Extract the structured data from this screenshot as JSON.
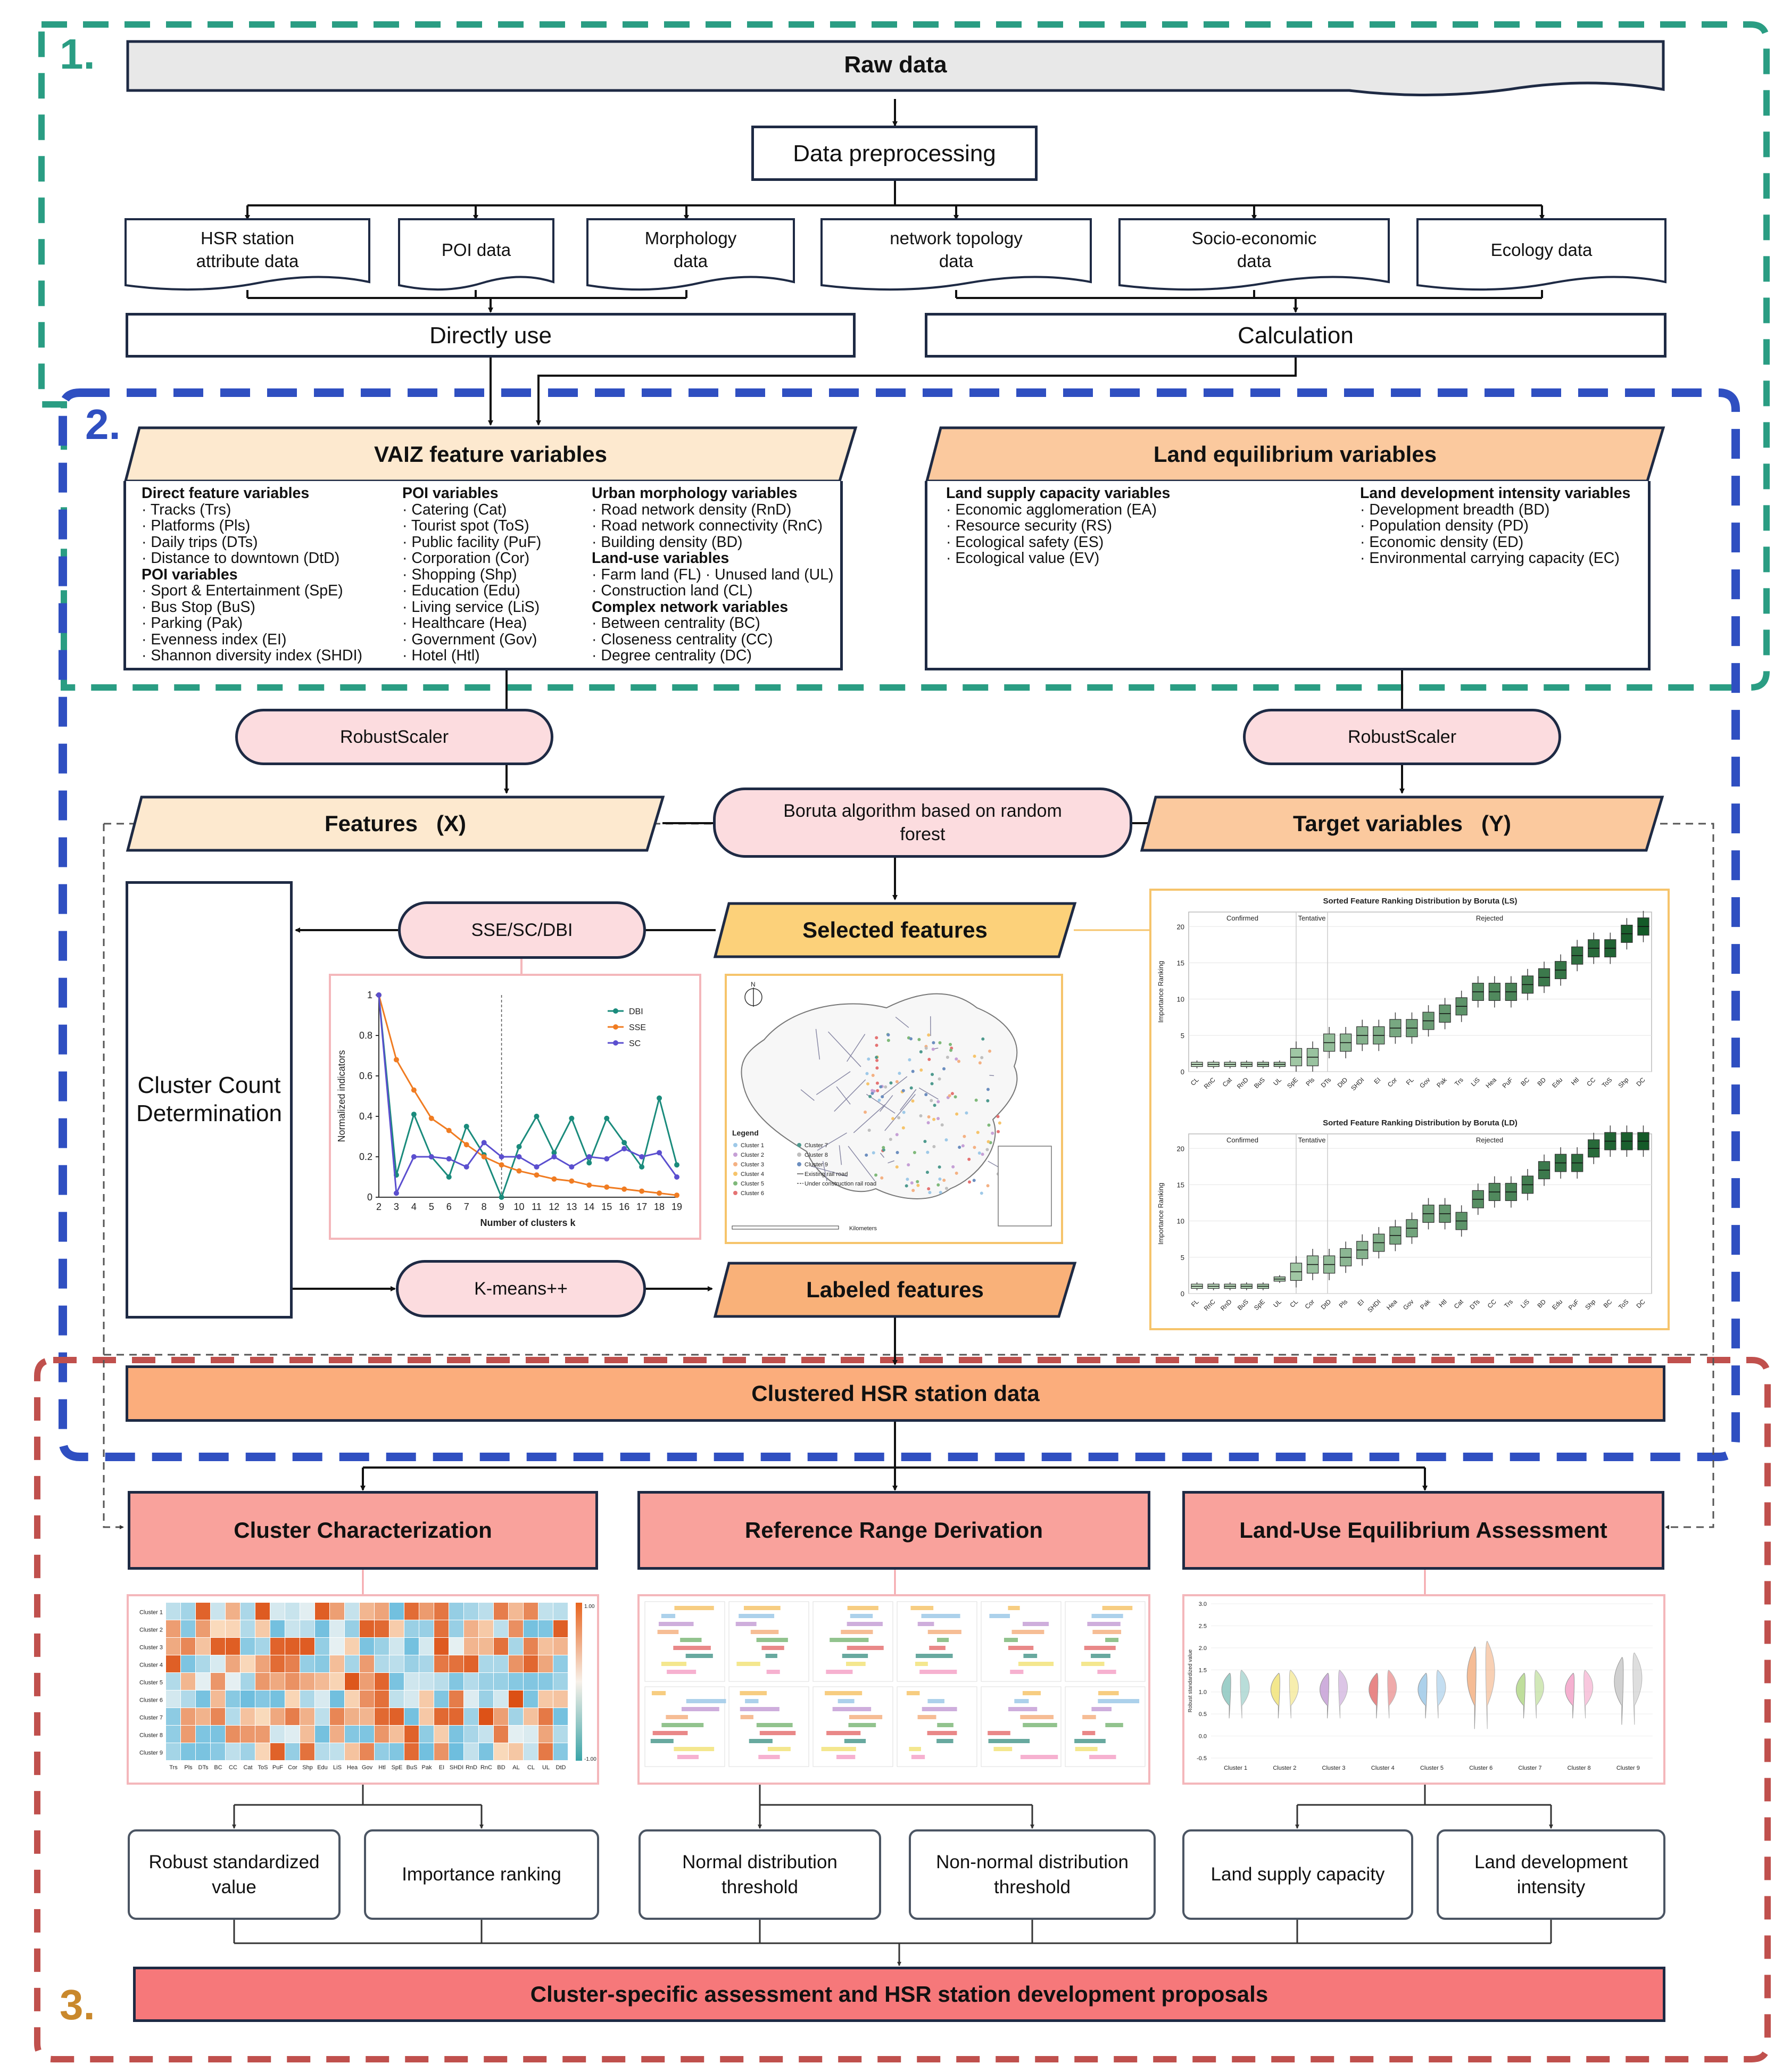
{
  "steps": {
    "one": "1.",
    "two": "2.",
    "three": "3."
  },
  "raw_data": "Raw data",
  "preprocessing": "Data preprocessing",
  "sources": [
    {
      "l1": "HSR station",
      "l2": "attribute data"
    },
    {
      "l1": "POI data",
      "l2": ""
    },
    {
      "l1": "Morphology",
      "l2": "data"
    },
    {
      "l1": "network topology",
      "l2": "data"
    },
    {
      "l1": "Socio-economic",
      "l2": "data"
    },
    {
      "l1": "Ecology data",
      "l2": ""
    }
  ],
  "directly_use": "Directly use",
  "calculation": "Calculation",
  "vaiz_title": "VAIZ feature variables",
  "land_title": "Land equilibrium variables",
  "vaiz_col1": [
    {
      "t": "Direct feature variables",
      "h": true
    },
    {
      "t": "· Tracks (Trs)"
    },
    {
      "t": "· Platforms (Pls)"
    },
    {
      "t": "· Daily trips (DTs)"
    },
    {
      "t": "· Distance to downtown (DtD)"
    },
    {
      "t": "POI variables",
      "h": true
    },
    {
      "t": "· Sport & Entertainment (SpE)"
    },
    {
      "t": "· Bus Stop (BuS)"
    },
    {
      "t": "· Parking (Pak)"
    },
    {
      "t": "· Evenness index (EI)"
    },
    {
      "t": "· Shannon diversity index (SHDI)"
    }
  ],
  "vaiz_col2": [
    {
      "t": "POI variables",
      "h": true
    },
    {
      "t": "· Catering (Cat)"
    },
    {
      "t": "· Tourist spot (ToS)"
    },
    {
      "t": "· Public facility (PuF)"
    },
    {
      "t": "· Corporation (Cor)"
    },
    {
      "t": "· Shopping (Shp)"
    },
    {
      "t": "· Education (Edu)"
    },
    {
      "t": "· Living service (LiS)"
    },
    {
      "t": "· Healthcare (Hea)"
    },
    {
      "t": "· Government (Gov)"
    },
    {
      "t": "· Hotel (Htl)"
    }
  ],
  "vaiz_col3": [
    {
      "t": "Urban morphology variables",
      "h": true
    },
    {
      "t": "· Road network density (RnD)"
    },
    {
      "t": "· Road network connectivity (RnC)"
    },
    {
      "t": "· Building density (BD)"
    },
    {
      "t": "Land-use variables",
      "h": true
    },
    {
      "t": "· Farm land (FL)  · Unused land (UL)"
    },
    {
      "t": "· Construction land (CL)"
    },
    {
      "t": "Complex network variables",
      "h": true
    },
    {
      "t": "· Between centrality (BC)"
    },
    {
      "t": "· Closeness centrality (CC)"
    },
    {
      "t": "· Degree centrality (DC)"
    }
  ],
  "land_col1": [
    {
      "t": "Land supply capacity variables",
      "h": true
    },
    {
      "t": "· Economic agglomeration (EA)"
    },
    {
      "t": "· Resource security (RS)"
    },
    {
      "t": "· Ecological safety (ES)"
    },
    {
      "t": "· Ecological value (EV)"
    }
  ],
  "land_col2": [
    {
      "t": "Land development intensity variables",
      "h": true
    },
    {
      "t": "· Development breadth (BD)"
    },
    {
      "t": "· Population density (PD)"
    },
    {
      "t": "· Economic density (ED)"
    },
    {
      "t": "· Environmental carrying capacity (EC)"
    }
  ],
  "scaler_left": "RobustScaler",
  "scaler_right": "RobustScaler",
  "features_x": "Features   (X)",
  "target_y": "Target variables   (Y)",
  "boruta": {
    "l1": "Boruta algorithm based on random",
    "l2": "forest"
  },
  "selected": "Selected features",
  "sse": "SSE/SC/DBI",
  "cluster_count": {
    "l1": "Cluster Count",
    "l2": "Determination"
  },
  "kmeans": "K-means++",
  "labeled": "Labeled features",
  "clustered": "Clustered HSR station data",
  "cluster_char": "Cluster Characterization",
  "ref_range": "Reference Range Derivation",
  "land_use": "Land-Use Equilibrium Assessment",
  "robust_std": {
    "l1": "Robust standardized",
    "l2": "value"
  },
  "importance": "Importance ranking",
  "normal": {
    "l1": "Normal distribution",
    "l2": "threshold"
  },
  "nonnormal": {
    "l1": "Non-normal distribution",
    "l2": "threshold"
  },
  "supply": "Land supply capacity",
  "develop": {
    "l1": "Land development",
    "l2": "intensity"
  },
  "final": "Cluster-specific assessment and HSR station development proposals",
  "chart_data": [
    {
      "type": "line",
      "x": [
        2,
        3,
        4,
        5,
        6,
        7,
        8,
        9,
        10,
        11,
        12,
        13,
        14,
        15,
        16,
        17,
        18,
        19
      ],
      "series": [
        {
          "name": "DBI",
          "color": "#1a8b7c",
          "values": [
            1.0,
            0.11,
            0.41,
            0.2,
            0.1,
            0.35,
            0.21,
            0.0,
            0.25,
            0.4,
            0.22,
            0.39,
            0.17,
            0.39,
            0.27,
            0.15,
            0.49,
            0.16
          ]
        },
        {
          "name": "SSE",
          "color": "#f07c22",
          "values": [
            1.0,
            0.68,
            0.53,
            0.39,
            0.33,
            0.26,
            0.2,
            0.16,
            0.13,
            0.11,
            0.09,
            0.08,
            0.06,
            0.05,
            0.04,
            0.03,
            0.02,
            0.01
          ]
        },
        {
          "name": "SC",
          "color": "#5b4fcf",
          "values": [
            1.0,
            0.02,
            0.2,
            0.2,
            0.19,
            0.15,
            0.27,
            0.2,
            0.2,
            0.15,
            0.2,
            0.15,
            0.2,
            0.19,
            0.24,
            0.2,
            0.22,
            0.1
          ]
        }
      ],
      "ylim": [
        0,
        1
      ],
      "yticks": [
        "0",
        "0.2",
        "0.4",
        "0.6",
        "0.8",
        "1"
      ],
      "xlabel": "Number of clusters k",
      "ylabel": "Normalized indicators"
    },
    {
      "type": "box",
      "title": "Sorted Feature Ranking Distribution by Boruta (LS)",
      "groups": [
        "Confirmed",
        "Tentative",
        "Rejected"
      ],
      "categories": [
        "CL",
        "RnC",
        "Cat",
        "RnD",
        "BuS",
        "UL",
        "SpE",
        "Pls",
        "DTs",
        "DtD",
        "SHDI",
        "EI",
        "Cor",
        "FL",
        "Gov",
        "Pak",
        "Trs",
        "LiS",
        "Hea",
        "PuF",
        "BC",
        "BD",
        "Edu",
        "Htl",
        "CC",
        "ToS",
        "Shp",
        "DC"
      ],
      "values": [
        1,
        1,
        1,
        1,
        1,
        1,
        2,
        2,
        4,
        4,
        5,
        5,
        6,
        6,
        7,
        8,
        9,
        11,
        11,
        11,
        12,
        13,
        14,
        16,
        17,
        17,
        19,
        20,
        19,
        21
      ],
      "ylabel": "Importance Ranking",
      "yticks": [
        "0",
        "5",
        "10",
        "15",
        "20"
      ]
    },
    {
      "type": "box",
      "title": "Sorted Feature Ranking Distribution by Boruta (LD)",
      "groups": [
        "Confirmed",
        "Tentative",
        "Rejected"
      ],
      "categories": [
        "FL",
        "RnC",
        "RnD",
        "BuS",
        "SpE",
        "UL",
        "CL",
        "Cor",
        "DtD",
        "Pls",
        "EI",
        "SHDI",
        "Hea",
        "Gov",
        "Pak",
        "Htl",
        "Cat",
        "DTs",
        "CC",
        "Trs",
        "LiS",
        "BD",
        "Edu",
        "PuF",
        "Shp",
        "BC",
        "ToS",
        "DC"
      ],
      "values": [
        1,
        1,
        1,
        1,
        1,
        2,
        3,
        4,
        4,
        5,
        6,
        7,
        8,
        9,
        11,
        11,
        10,
        13,
        14,
        14,
        15,
        17,
        18,
        18,
        20,
        21,
        21,
        21
      ],
      "ylabel": "Importance Ranking",
      "yticks": [
        "0",
        "5",
        "10",
        "15",
        "20"
      ]
    }
  ],
  "map_legend": {
    "title": "Legend",
    "items": [
      "Cluster 1",
      "Cluster 2",
      "Cluster 3",
      "Cluster 4",
      "Cluster 5",
      "Cluster 6",
      "Cluster 7",
      "Cluster 8",
      "Cluster 9",
      "Existing rail road",
      "Under construction rail road"
    ],
    "scale": "Kilometers"
  },
  "heatmap": {
    "rows": [
      "Cluster 1",
      "Cluster 2",
      "Cluster 3",
      "Cluster 4",
      "Cluster 5",
      "Cluster 6",
      "Cluster 7",
      "Cluster 8",
      "Cluster 9"
    ],
    "cols": [
      "Trs",
      "Pls",
      "DTs",
      "BC",
      "CC",
      "Cat",
      "ToS",
      "PuF",
      "Cor",
      "Shp",
      "Edu",
      "LiS",
      "Hea",
      "Gov",
      "Htl",
      "SpE",
      "BuS",
      "Pak",
      "EI",
      "SHDI",
      "RnD",
      "RnC",
      "BD",
      "AL",
      "CL",
      "UL",
      "DtD"
    ],
    "scale_max": "1.00",
    "scale_min": "-1.00"
  },
  "violin": {
    "clusters": [
      "Cluster 1",
      "Cluster 2",
      "Cluster 3",
      "Cluster 4",
      "Cluster 5",
      "Cluster 6",
      "Cluster 7",
      "Cluster 8",
      "Cluster 9"
    ],
    "yticks": [
      "3.0",
      "2.5",
      "2.0",
      "1.5",
      "1.0",
      "0.5",
      "0.0",
      "-0.5"
    ],
    "ylabel": "Robust standardized value"
  },
  "colors": {
    "teal": "#2a9d83",
    "blue": "#2f4fc1",
    "red": "#c0504d",
    "peach": "#fde9cf",
    "orange": "#fbc99e",
    "salmon": "#f9a29c",
    "red_fill": "#f6787a",
    "pink": "#fcdcdf"
  }
}
